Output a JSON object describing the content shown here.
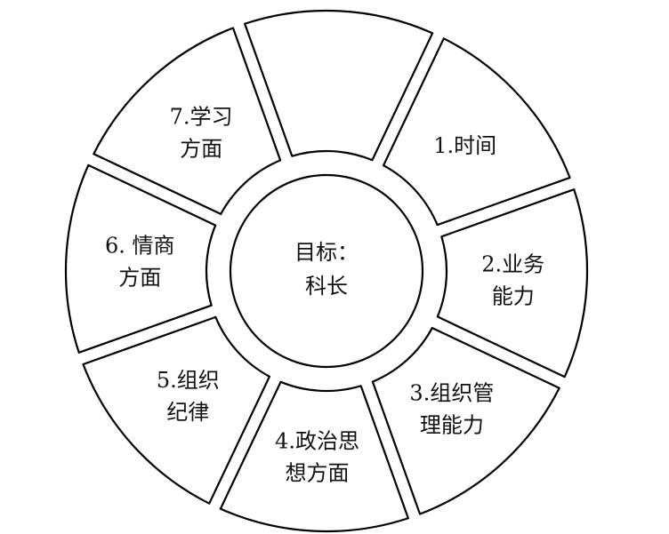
{
  "center": {
    "lines": [
      "目标：",
      "科长"
    ]
  },
  "segments": [
    {
      "lines": []
    },
    {
      "lines": [
        "1.时间"
      ]
    },
    {
      "lines": [
        "2.业务",
        "能力"
      ]
    },
    {
      "lines": [
        "3.组织管",
        "理能力"
      ]
    },
    {
      "lines": [
        "4.政治思",
        "想方面"
      ]
    },
    {
      "lines": [
        "5.组织",
        "纪律"
      ]
    },
    {
      "lines": [
        "6. 情商",
        "方面"
      ]
    },
    {
      "lines": [
        "7.学习",
        "方面"
      ]
    }
  ]
}
